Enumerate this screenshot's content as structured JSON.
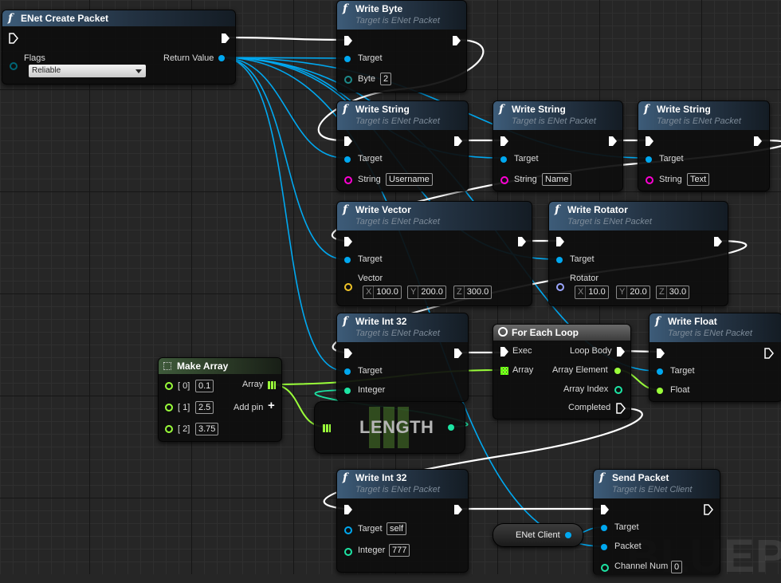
{
  "watermark": "BLUEPR",
  "colors": {
    "exec": "#ffffff",
    "object": "#00a8f0",
    "byte": "#006575",
    "string": "#ff00d4",
    "vector": "#f0c428",
    "rotator": "#9ba6ff",
    "int": "#1de5a4",
    "float": "#9aff3a"
  },
  "nodes": {
    "create_packet": {
      "title": "ENet Create Packet",
      "flags_label": "Flags",
      "flags_value": "Reliable",
      "return_label": "Return Value"
    },
    "write_byte": {
      "title": "Write Byte",
      "subtitle": "Target is ENet Packet",
      "target_label": "Target",
      "byte_label": "Byte",
      "byte_value": "2"
    },
    "write_string_1": {
      "title": "Write String",
      "subtitle": "Target is ENet Packet",
      "target_label": "Target",
      "string_label": "String",
      "string_value": "Username"
    },
    "write_string_2": {
      "title": "Write String",
      "subtitle": "Target is ENet Packet",
      "target_label": "Target",
      "string_label": "String",
      "string_value": "Name"
    },
    "write_string_3": {
      "title": "Write String",
      "subtitle": "Target is ENet Packet",
      "target_label": "Target",
      "string_label": "String",
      "string_value": "Text"
    },
    "write_vector": {
      "title": "Write Vector",
      "subtitle": "Target is ENet Packet",
      "target_label": "Target",
      "vector_label": "Vector",
      "x_label": "X",
      "x_value": "100.0",
      "y_label": "Y",
      "y_value": "200.0",
      "z_label": "Z",
      "z_value": "300.0"
    },
    "write_rotator": {
      "title": "Write Rotator",
      "subtitle": "Target is ENet Packet",
      "target_label": "Target",
      "rotator_label": "Rotator",
      "x_label": "X",
      "x_value": "10.0",
      "y_label": "Y",
      "y_value": "20.0",
      "z_label": "Z",
      "z_value": "30.0"
    },
    "write_int_1": {
      "title": "Write Int 32",
      "subtitle": "Target is ENet Packet",
      "target_label": "Target",
      "integer_label": "Integer"
    },
    "for_each": {
      "title": "For Each Loop",
      "exec_label": "Exec",
      "array_label": "Array",
      "loop_body_label": "Loop Body",
      "element_label": "Array Element",
      "index_label": "Array Index",
      "completed_label": "Completed"
    },
    "write_float": {
      "title": "Write Float",
      "subtitle": "Target is ENet Packet",
      "target_label": "Target",
      "float_label": "Float"
    },
    "make_array": {
      "title": "Make Array",
      "array_label": "Array",
      "add_pin_label": "Add pin",
      "items": [
        {
          "index": "[ 0]",
          "value": "0.1"
        },
        {
          "index": "[ 1]",
          "value": "2.5"
        },
        {
          "index": "[ 2]",
          "value": "3.75"
        }
      ]
    },
    "length": {
      "title": "LENGTH"
    },
    "write_int_2": {
      "title": "Write Int 32",
      "subtitle": "Target is ENet Packet",
      "target_label": "Target",
      "target_value": "self",
      "integer_label": "Integer",
      "integer_value": "777"
    },
    "enet_client": {
      "title": "ENet Client"
    },
    "send_packet": {
      "title": "Send Packet",
      "subtitle": "Target is ENet Client",
      "target_label": "Target",
      "packet_label": "Packet",
      "channel_label": "Channel Num",
      "channel_value": "0"
    }
  }
}
